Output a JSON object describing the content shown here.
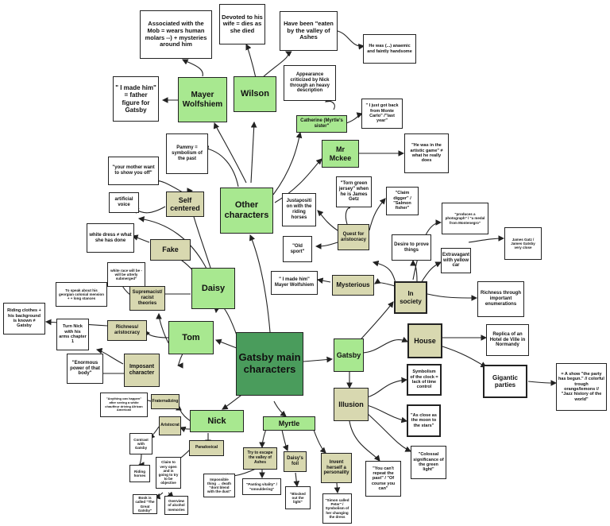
{
  "colors": {
    "green": "#a8e890",
    "khaki": "#d8d8b0",
    "dark_green": "#4a9c5c",
    "white": "#ffffff",
    "edge": "#222222"
  },
  "nodes": {
    "main": "Gatsby main characters",
    "other": "Other characters",
    "mayer": "Mayer Wolfshiem",
    "wilson": "Wilson",
    "catherine": "Catherine (Myrtle's sister\"",
    "mckee": "Mr Mckee",
    "daisy": "Daisy",
    "self_centered": "Self centered",
    "fake": "Fake",
    "tom": "Tom",
    "supremacist": "Supremacist/ racist theories",
    "richness_tom": "Richness/ aristocracy",
    "imposant": "Imposant character",
    "nick": "Nick",
    "arist_nick": "Aristocrat",
    "paradoxical": "Paradoxical",
    "fraternalizing": "Fraternalizing",
    "myrtle": "Myrtle",
    "daisys_foil": "Daisy's foil",
    "invent_herself": "Invent herself a personality",
    "try_escape": "Try to escape the valley of Ashes",
    "gatsby": "Gatsby",
    "illusion": "Illusion",
    "house": "House",
    "gigantic": "Gigantic parties",
    "in_society": "In society",
    "mysterious": "Mysterious",
    "quest": "Quest for aristocracy",
    "desire_prove": "Desire to prove things",
    "extravagant": "Extravagant with yellow car",
    "mob": "Associated with the Mob = wears human molars --) + mysteries around him",
    "made_him_father": "\" I made him\" = father figure for Gatsby",
    "devoted": "Devoted to his wife = dies as she died",
    "eaten_ashes": "Have been \"eaten by the valley of Ashes",
    "anaemic": "He was (...) anaemic and faintly handsome",
    "appearance": "Appearance criticized by Nick through an heavy description",
    "monte_carlo": "\" I just got back from Monte Carlo\" /\"last year\"",
    "artistic_game": "\"He was in the artistic game\" ≠ what he really does",
    "pammy": "Pammy = symbolism of the past",
    "your_mother": "\"your mother want to show you off\"",
    "artificial_voice": "artificial voice",
    "white_dress": "white dress ≠ what she has done",
    "white_race": "white race will be - will be utterly submerged\"",
    "georgian": "To speak about his georgian colonial mension + + long stances",
    "riding_clothes": "Riding clothes + his background is known ≠ Gatsby",
    "turn_nick": "Turn Nick with his arms chapter 1",
    "enormous": "\"Enormous power of that body\"",
    "anything_happen": "\"Anything can happen\" after seeing a white chauffeur driving African American",
    "contrast": "Contrast with Gatsby",
    "riding_horses_nick": "Riding horses",
    "claim_open": "Claim to very open and is going to try to be objective",
    "book_called": "Book is called \"The Great Gatsby\"",
    "overview": "Overview of alcohol memories",
    "impossible": "Impossible thing → death \"dont blend with the dust\"",
    "panting": "\"Panting vitality\" / \"smouldering\"",
    "blocked": "\"Blocked out the light\"",
    "simon_peter": "\"Simon called Peter\" / Symbolism of her changing the dress",
    "torn_jersey": "\"Torn green jersey\" when he is James Getz",
    "justaposition": "Justapositi on with the riding horses",
    "old_sport": "\"Old sport\"",
    "claim_digger": "\"Claim digger\" / \"Salmon fisher\"",
    "produces_photo": "\"produces a photograph\" / \"a medal from Montenegro\"",
    "james_gatz": "James Gatz / James Gatsby very close",
    "i_made_him": "\" I made him\" Mayer Wolfshiem",
    "richness_enum": "Richness through important enumerations",
    "replica": "Replica of an Hotel de Ville in Normandy",
    "show": "= A show \"the party has begun.\" // colorful trough orange/lemons // \"Jazz history of the world\"",
    "symbolism_clock": "Symbolism of the clock = lack of time control",
    "close_moon": "\"As close as the moon to the stars\"",
    "colossal": "\"Colossal significance of the green light\"",
    "cant_repeat": "\"You can't repeat the past\" / \"Of course you can\""
  }
}
